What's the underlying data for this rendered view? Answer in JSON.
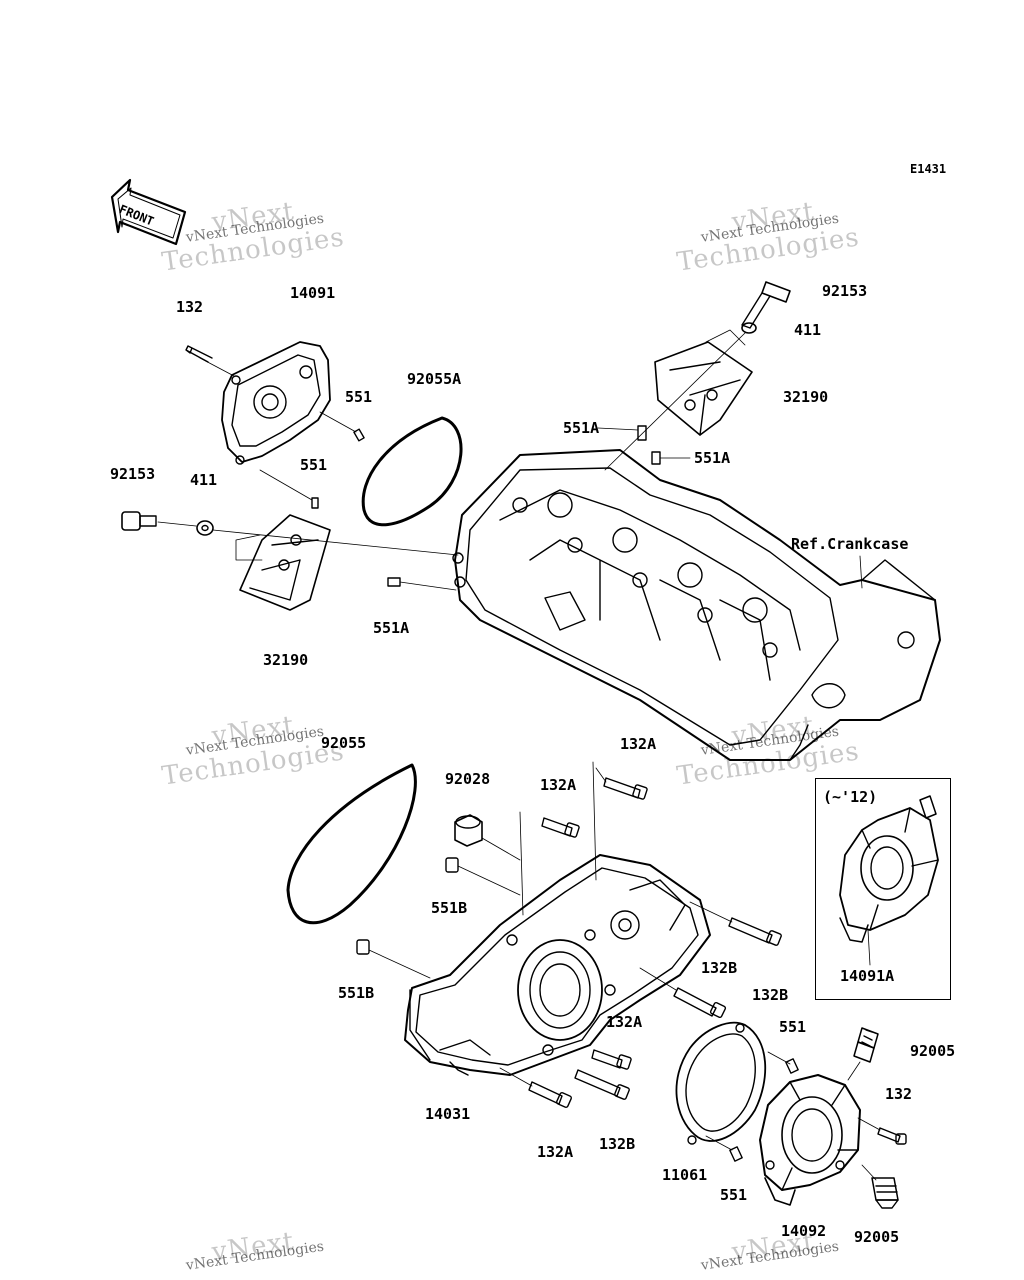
{
  "diagram_id": "E1431",
  "front_label": "FRONT",
  "reference_label": "Ref.Crankcase",
  "inset_note": "(~'12)",
  "watermark": {
    "line1": "vNext",
    "line2": "vNext Technologies",
    "line3": "Technologies"
  },
  "parts": {
    "p132_a": "132",
    "p14091": "14091",
    "p551_a": "551",
    "p92055A": "92055A",
    "p551_b": "551",
    "p92153_a": "92153",
    "p411_a": "411",
    "p32190_a": "32190",
    "p551A_a": "551A",
    "p92153_b": "92153",
    "p411_b": "411",
    "p32190_b": "32190",
    "p551A_b": "551A",
    "p551A_c": "551A",
    "p92055": "92055",
    "p92028": "92028",
    "p132A_a": "132A",
    "p132A_b": "132A",
    "p551B_a": "551B",
    "p551B_b": "551B",
    "p132B_a": "132B",
    "p132B_b": "132B",
    "p132A_c": "132A",
    "p14031": "14031",
    "p132A_d": "132A",
    "p132B_c": "132B",
    "p551_c": "551",
    "p92005_a": "92005",
    "p132_b": "132",
    "p11061": "11061",
    "p551_d": "551",
    "p14092": "14092",
    "p92005_b": "92005",
    "p14091A": "14091A"
  }
}
